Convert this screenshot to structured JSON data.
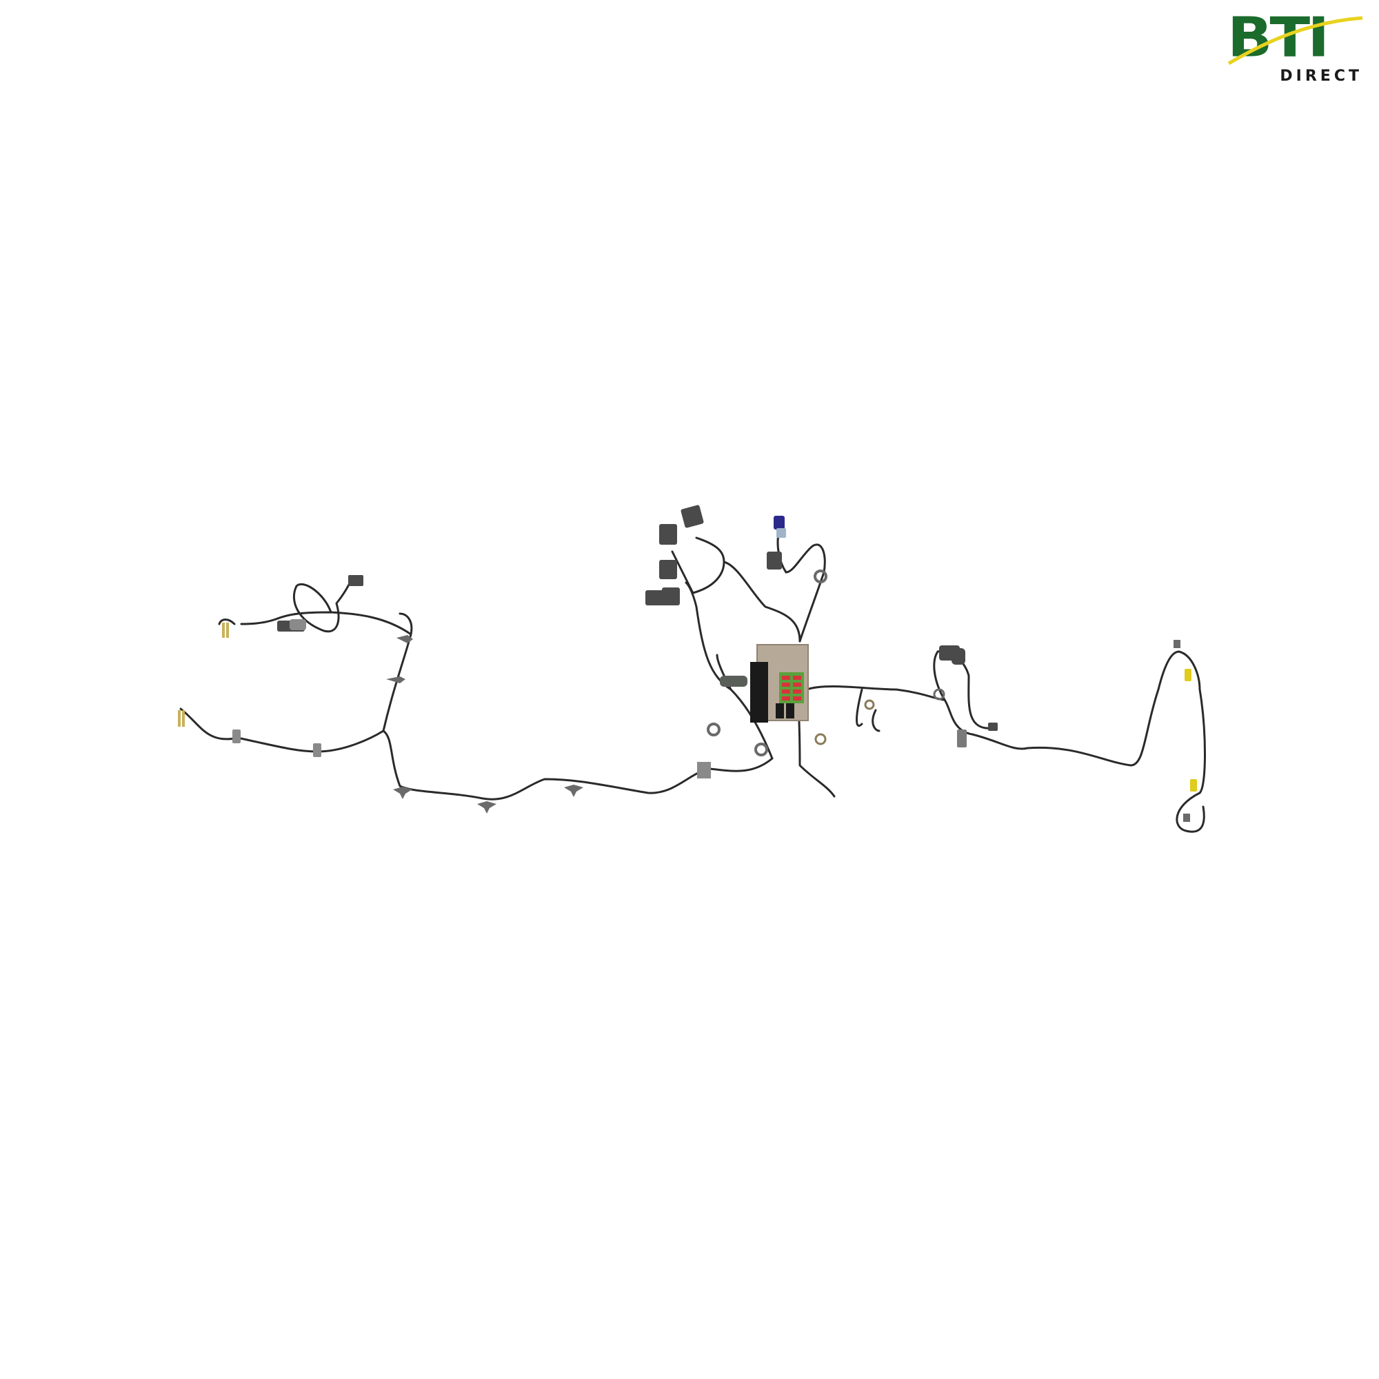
{
  "logo": {
    "brand": "BTI",
    "sub": "DIRECT",
    "colors": {
      "green": "#1b6b2c",
      "yellow": "#e8d21e",
      "text": "#1a1a1a"
    }
  },
  "product": {
    "subject": "wiring-harness-render",
    "colors": {
      "wire": "#2a2a2a",
      "connector": "#4a4a4a",
      "bracket": "#8a8a8a",
      "fuse_panel": "#b6a998",
      "fuse_red": "#d8343c",
      "fuse_green": "#5aa23c",
      "blue_connector": "#2b2a8c",
      "yellow_connector": "#e0cc1c",
      "brass_terminal": "#c8b15a"
    }
  }
}
